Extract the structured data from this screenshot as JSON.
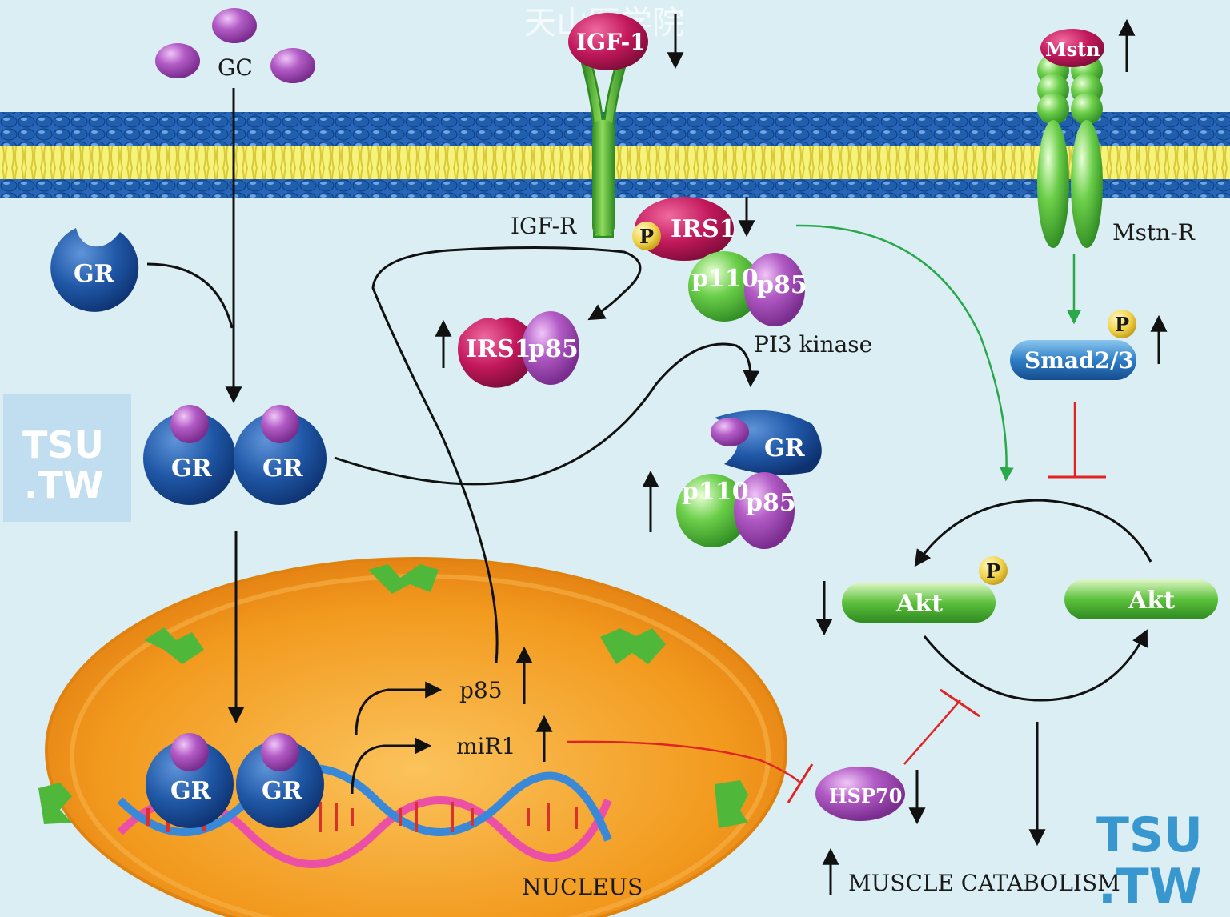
{
  "watermark_top": "天山医学院",
  "watermark_left": [
    "TSU",
    ".TW"
  ],
  "watermark_right": [
    "TSU",
    ".TW"
  ],
  "labels": {
    "gc": "GC",
    "igf1": "IGF-1",
    "igfr": "IGF-R",
    "mstn": "Mstn",
    "mstnr": "Mstn-R",
    "irs1": "IRS1",
    "p": "P",
    "p110": "p110",
    "p85": "p85",
    "pi3k": "PI3 kinase",
    "gr": "GR",
    "smad": "Smad2/3",
    "akt": "Akt",
    "hsp70": "HSP70",
    "mir1": "miR1",
    "nucleus": "NUCLEUS",
    "catabolism": "MUSCLE CATABOLISM"
  },
  "colors": {
    "background": "#daeef3",
    "membrane_blue": "#1f5fae",
    "membrane_yellow": "#f3ee5a",
    "receptor_green": "#4fb83a",
    "gr_blue": "#1f57a6",
    "gc_purple": "#b25bc6",
    "irs_magenta": "#c2185b",
    "p_yellow": "#f1d34a",
    "nucleus_orange": "#f29a1e",
    "inhibit_red": "#e02424",
    "green_arrow": "#2aa84a"
  }
}
